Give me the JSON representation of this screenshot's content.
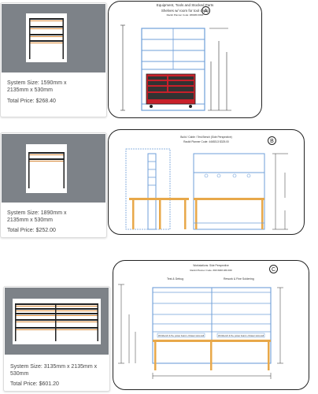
{
  "products": [
    {
      "system_size": "System Size: 1590mm x 2135mm x 530mm",
      "total_price": "Total Price: $268.40",
      "drawing": {
        "badge": "A",
        "title_line1": "Equipment, Tools and Stocked Parts",
        "title_line2": "Shelves w/ room for tool chest",
        "title_line3": "Rackit Planner Code: ###### ####"
      }
    },
    {
      "system_size": "System Size: 1890mm x 2135mm x 530mm",
      "total_price": "Total Price: $252.00",
      "drawing": {
        "badge": "B",
        "title_line1": "Build / Cable / Test Bench (Side Perspective)",
        "title_line2": "Rackit Planner Code: 4465313 $325.00",
        "label_left": "",
        "label_right": ""
      }
    },
    {
      "system_size": "System Size: 3135mm x 2135mm x 530mm",
      "total_price": "Total Price: $601.20",
      "drawing": {
        "badge": "C",
        "title_line1": "Workstations: Side Perspective",
        "title_line2": "Rackit Planner Code: ### #### ### ###",
        "label_left": "Test & Debug",
        "label_right": "Rework & Fine Soldering",
        "footer_left": "Workbench & 5x+ power board + Drawer stow wall",
        "footer_right": "Workbench & 5x+ power board + Drawer stow wall"
      }
    }
  ],
  "colors": {
    "thumb_bg": "#7d8288",
    "card_text": "#444444",
    "frame_blue": "#6f9fd8",
    "shelf_wood": "#e8a84a",
    "chest_red": "#c8202a"
  }
}
